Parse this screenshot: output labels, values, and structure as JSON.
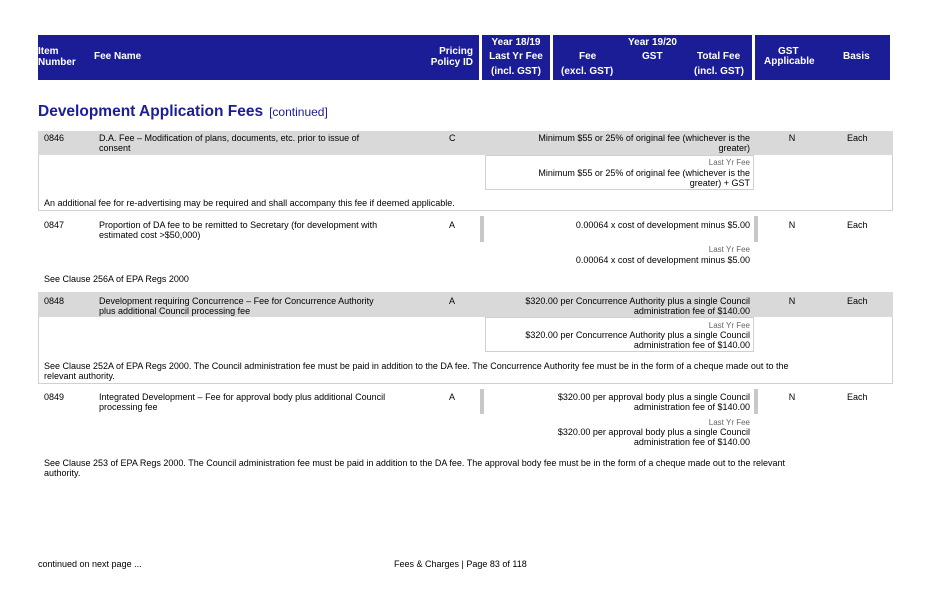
{
  "header": {
    "item_number": [
      "Item",
      "Number"
    ],
    "fee_name": "Fee Name",
    "pricing_policy": [
      "Pricing",
      "Policy ID"
    ],
    "year_prev": "Year 18/19",
    "last_yr_fee": [
      "Last Yr Fee",
      "(incl. GST)"
    ],
    "year_curr": "Year 19/20",
    "fee": [
      "Fee",
      "(excl. GST)"
    ],
    "gst": "GST",
    "total_fee": [
      "Total Fee",
      "(incl. GST)"
    ],
    "gst_applicable": [
      "GST",
      "Applicable"
    ],
    "basis": "Basis"
  },
  "section": {
    "title": "Development Application Fees",
    "continued": "[continued]"
  },
  "last_yr_label": "Last Yr Fee",
  "rows": [
    {
      "item": "0846",
      "name": [
        "D.A. Fee – Modification of plans, documents, etc. prior to issue of",
        "consent"
      ],
      "policy": "C",
      "fee": [
        "Minimum $55 or 25% of original fee (whichever is the",
        "greater)"
      ],
      "last_fee": [
        "Minimum $55 or 25% of original fee (whichever is the",
        "greater) + GST"
      ],
      "gst": "N",
      "basis": "Each",
      "note": [
        "An additional fee for re-advertising may be required and shall accompany this fee if deemed applicable."
      ]
    },
    {
      "item": "0847",
      "name": [
        "Proportion of DA fee to be remitted to Secretary (for development with",
        "estimated cost >$50,000)"
      ],
      "policy": "A",
      "fee": [
        "0.00064 x cost of development minus $5.00"
      ],
      "last_fee": [
        "0.00064 x cost of development minus $5.00"
      ],
      "gst": "N",
      "basis": "Each",
      "note": [
        "See Clause 256A of EPA Regs 2000"
      ]
    },
    {
      "item": "0848",
      "name": [
        "Development requiring Concurrence –  Fee for Concurrence Authority",
        "plus additional Council processing fee"
      ],
      "policy": "A",
      "fee": [
        "$320.00 per Concurrence Authority plus a single Council",
        "administration fee of $140.00"
      ],
      "last_fee": [
        "$320.00 per Concurrence Authority plus a single Council",
        "administration fee of $140.00"
      ],
      "gst": "N",
      "basis": "Each",
      "note": [
        "See Clause 252A of EPA Regs 2000. The Council administration fee must be paid in addition to the DA fee. The Concurrence Authority fee must be in the form of a cheque made out to the",
        "relevant authority."
      ]
    },
    {
      "item": "0849",
      "name": [
        "Integrated Development – Fee for approval body plus additional Council",
        "processing fee"
      ],
      "policy": "A",
      "fee": [
        "$320.00 per approval body plus a single Council",
        "administration fee of $140.00"
      ],
      "last_fee": [
        "$320.00 per approval body plus a single Council",
        "administration fee of $140.00"
      ],
      "gst": "N",
      "basis": "Each",
      "note": [
        "See Clause 253 of EPA Regs 2000. The Council administration fee must be paid in addition to the DA fee. The approval body fee must be in the form of a cheque made out to the relevant",
        "authority."
      ]
    }
  ],
  "footer": {
    "left": "continued on next page ...",
    "center": "Fees & Charges | Page 83 of 118"
  }
}
